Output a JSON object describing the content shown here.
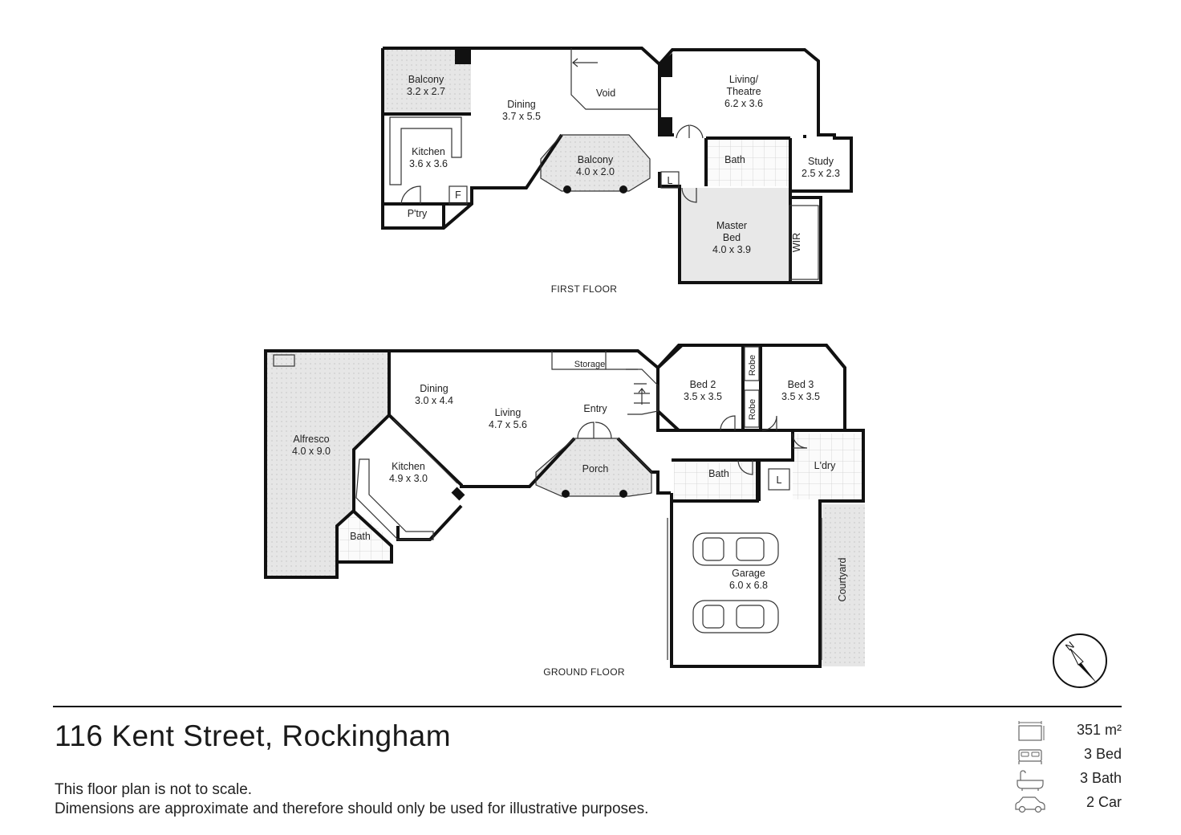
{
  "first_floor": {
    "label": "FIRST FLOOR",
    "rooms": [
      {
        "id": "balcony-nw",
        "name": "Balcony",
        "dims": "3.2 x 2.7"
      },
      {
        "id": "dining-ff",
        "name": "Dining",
        "dims": "3.7 x 5.5"
      },
      {
        "id": "void",
        "name": "Void",
        "dims": ""
      },
      {
        "id": "living-theatre",
        "name": "Living/",
        "name2": "Theatre",
        "dims": "6.2 x 3.6"
      },
      {
        "id": "kitchen-ff",
        "name": "Kitchen",
        "dims": "3.6 x 3.6"
      },
      {
        "id": "balcony-mid",
        "name": "Balcony",
        "dims": "4.0 x 2.0"
      },
      {
        "id": "bath-ff",
        "name": "Bath",
        "dims": ""
      },
      {
        "id": "study",
        "name": "Study",
        "dims": "2.5 x 2.3"
      },
      {
        "id": "pantry",
        "name": "P'try",
        "dims": ""
      },
      {
        "id": "master-bed",
        "name": "Master",
        "name2": "Bed",
        "dims": "4.0 x 3.9"
      },
      {
        "id": "wir",
        "name": "WIR",
        "dims": ""
      },
      {
        "id": "fridge",
        "name": "F",
        "dims": ""
      },
      {
        "id": "linen-ff",
        "name": "L",
        "dims": ""
      }
    ]
  },
  "ground_floor": {
    "label": "GROUND FLOOR",
    "rooms": [
      {
        "id": "alfresco",
        "name": "Alfresco",
        "dims": "4.0 x 9.0"
      },
      {
        "id": "dining-gf",
        "name": "Dining",
        "dims": "3.0 x 4.4"
      },
      {
        "id": "living-gf",
        "name": "Living",
        "dims": "4.7 x 5.6"
      },
      {
        "id": "storage",
        "name": "Storage",
        "dims": ""
      },
      {
        "id": "entry",
        "name": "Entry",
        "dims": ""
      },
      {
        "id": "bed2",
        "name": "Bed 2",
        "dims": "3.5 x 3.5"
      },
      {
        "id": "bed3",
        "name": "Bed 3",
        "dims": "3.5 x 3.5"
      },
      {
        "id": "robe-top",
        "name": "Robe",
        "dims": ""
      },
      {
        "id": "robe-bottom",
        "name": "Robe",
        "dims": ""
      },
      {
        "id": "kitchen-gf",
        "name": "Kitchen",
        "dims": "4.9 x 3.0"
      },
      {
        "id": "porch",
        "name": "Porch",
        "dims": ""
      },
      {
        "id": "bath-gf-mid",
        "name": "Bath",
        "dims": ""
      },
      {
        "id": "laundry",
        "name": "L'dry",
        "dims": ""
      },
      {
        "id": "linen-gf",
        "name": "L",
        "dims": ""
      },
      {
        "id": "bath-gf-left",
        "name": "Bath",
        "dims": ""
      },
      {
        "id": "garage",
        "name": "Garage",
        "dims": "6.0 x 6.8"
      },
      {
        "id": "courtyard",
        "name": "Courtyard",
        "dims": ""
      }
    ]
  },
  "compass": {
    "icon": "north-arrow-icon",
    "letter": "N"
  },
  "address": "116 Kent Street, Rockingham",
  "disclaimer": {
    "line1": "This floor plan is not to scale.",
    "line2": "Dimensions are approximate and therefore should only be used for illustrative purposes."
  },
  "stats": {
    "area": {
      "icon": "area-icon",
      "value": "351 m²"
    },
    "bed": {
      "icon": "bed-icon",
      "value": "3 Bed"
    },
    "bath": {
      "icon": "bath-icon",
      "value": "3 Bath"
    },
    "car": {
      "icon": "car-icon",
      "value": "2 Car"
    }
  },
  "colors": {
    "wall": "#111111",
    "balcony_fill": "#e3e3e3",
    "master_fill": "#e8e8e8"
  }
}
